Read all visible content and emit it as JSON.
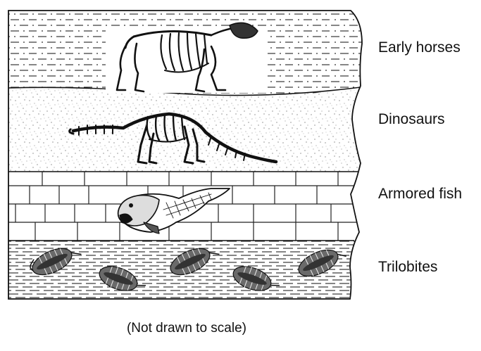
{
  "layers": [
    {
      "id": "top",
      "fossil": "Early horses",
      "rock": "shale"
    },
    {
      "id": "second",
      "fossil": "Dinosaurs",
      "rock": "sandstone"
    },
    {
      "id": "third",
      "fossil": "Armored fish",
      "rock": "limestone"
    },
    {
      "id": "bottom",
      "fossil": "Trilobites",
      "rock": "shale"
    }
  ],
  "caption": "(Not drawn to scale)",
  "colors": {
    "line": "#111111",
    "background": "#ffffff"
  }
}
